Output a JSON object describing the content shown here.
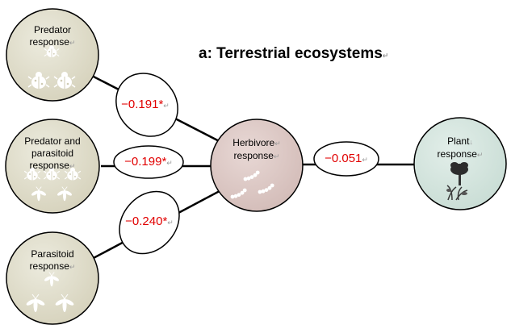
{
  "title": "a: Terrestrial  ecosystems",
  "nodes": {
    "predator": {
      "label_line1": "Predator",
      "label_line2": "response",
      "color": "#dedbc8"
    },
    "predator_parasitoid": {
      "label_line1": "Predator and",
      "label_line2": "parasitoid",
      "label_line3": "response",
      "color": "#dedbc8"
    },
    "parasitoid": {
      "label_line1": "Parasitoid",
      "label_line2": "response",
      "color": "#dedbc8"
    },
    "herbivore": {
      "label_line1": "Herbivore",
      "label_line2": "response",
      "color": "#dcc7c4"
    },
    "plant": {
      "label_line1": "Plant",
      "label_line2": "response",
      "color": "#d2e3dd"
    }
  },
  "edges": {
    "predator_herbivore": "−0.191*",
    "predator_parasitoid_herbivore": "−0.199*",
    "parasitoid_herbivore": "−0.240*",
    "herbivore_plant": "−0.051"
  },
  "marks": {
    "return_mark": "↵",
    "down_arrow": "↓"
  },
  "icons": [
    "ladybug-icon",
    "wasp-icon",
    "caterpillar-icon",
    "tree-icon",
    "grass-icon"
  ]
}
